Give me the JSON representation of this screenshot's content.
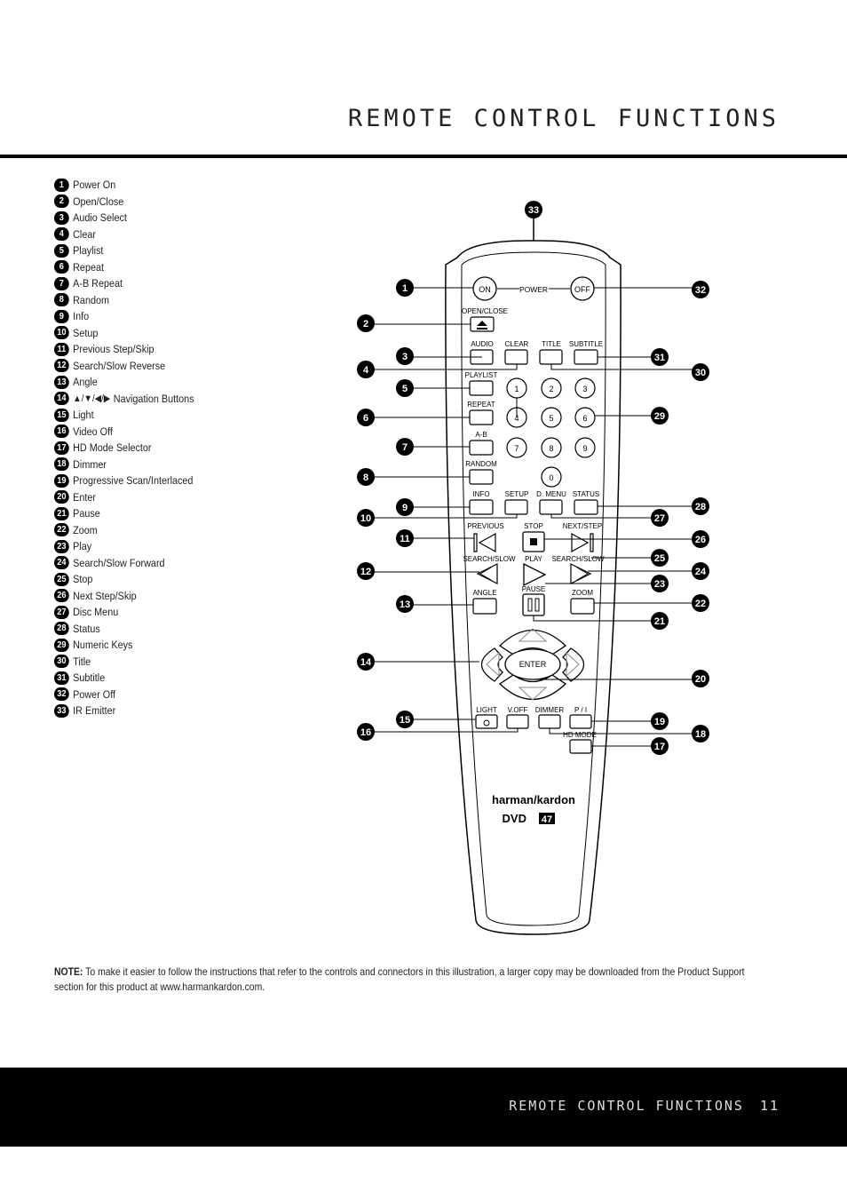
{
  "header": {
    "title": "REMOTE CONTROL FUNCTIONS"
  },
  "legend": [
    {
      "num": "1",
      "label": "Power On"
    },
    {
      "num": "2",
      "label": "Open/Close"
    },
    {
      "num": "3",
      "label": "Audio Select"
    },
    {
      "num": "4",
      "label": "Clear"
    },
    {
      "num": "5",
      "label": "Playlist"
    },
    {
      "num": "6",
      "label": "Repeat"
    },
    {
      "num": "7",
      "label": "A-B Repeat"
    },
    {
      "num": "8",
      "label": "Random"
    },
    {
      "num": "9",
      "label": "Info"
    },
    {
      "num": "10",
      "label": "Setup"
    },
    {
      "num": "11",
      "label": "Previous Step/Skip"
    },
    {
      "num": "12",
      "label": "Search/Slow Reverse"
    },
    {
      "num": "13",
      "label": "Angle"
    },
    {
      "num": "14",
      "arrows": "▲/▼/◀/▶",
      "label": "Navigation Buttons"
    },
    {
      "num": "15",
      "label": "Light"
    },
    {
      "num": "16",
      "label": "Video Off"
    },
    {
      "num": "17",
      "label": "HD Mode Selector"
    },
    {
      "num": "18",
      "label": "Dimmer"
    },
    {
      "num": "19",
      "label": "Progressive Scan/Interlaced"
    },
    {
      "num": "20",
      "label": "Enter"
    },
    {
      "num": "21",
      "label": "Pause"
    },
    {
      "num": "22",
      "label": "Zoom"
    },
    {
      "num": "23",
      "label": "Play"
    },
    {
      "num": "24",
      "label": "Search/Slow Forward"
    },
    {
      "num": "25",
      "label": "Stop"
    },
    {
      "num": "26",
      "label": "Next Step/Skip"
    },
    {
      "num": "27",
      "label": "Disc Menu"
    },
    {
      "num": "28",
      "label": "Status"
    },
    {
      "num": "29",
      "label": "Numeric Keys"
    },
    {
      "num": "30",
      "label": "Title"
    },
    {
      "num": "31",
      "label": "Subtitle"
    },
    {
      "num": "32",
      "label": "Power Off"
    },
    {
      "num": "33",
      "label": "IR Emitter"
    }
  ],
  "remote": {
    "on": "ON",
    "off": "OFF",
    "power": "POWER",
    "open_close": "OPEN/CLOSE",
    "audio": "AUDIO",
    "clear": "CLEAR",
    "title": "TITLE",
    "subtitle": "SUBTITLE",
    "playlist": "PLAYLIST",
    "repeat": "REPEAT",
    "ab": "A-B",
    "random": "RANDOM",
    "keys": [
      "1",
      "2",
      "3",
      "4",
      "5",
      "6",
      "7",
      "8",
      "9",
      "0"
    ],
    "info": "INFO",
    "setup": "SETUP",
    "dmenu": "D. MENU",
    "status": "STATUS",
    "previous": "PREVIOUS",
    "stop": "STOP",
    "next_step": "NEXT/STEP",
    "search_slow_left": "SEARCH/SLOW",
    "play": "PLAY",
    "search_slow_right": "SEARCH/SLOW",
    "angle": "ANGLE",
    "pause": "PAUSE",
    "zoom": "ZOOM",
    "enter": "ENTER",
    "light": "LIGHT",
    "voff": "V.OFF",
    "dimmer": "DIMMER",
    "pi": "P / I",
    "hd_mode": "HD MODE",
    "brand": "harman/kardon",
    "model_prefix": "DVD",
    "model_number": "47"
  },
  "callouts": [
    "1",
    "2",
    "3",
    "4",
    "5",
    "6",
    "7",
    "8",
    "9",
    "10",
    "11",
    "12",
    "13",
    "14",
    "15",
    "16",
    "17",
    "18",
    "19",
    "20",
    "21",
    "22",
    "23",
    "24",
    "25",
    "26",
    "27",
    "28",
    "29",
    "30",
    "31",
    "32",
    "33"
  ],
  "note": {
    "label": "NOTE:",
    "text": "To make it easier to follow the instructions that refer to the controls and connectors in this illustration, a larger copy may be downloaded from the Product Support section for this product at www.harmankardon.com."
  },
  "footer": {
    "title": "REMOTE CONTROL FUNCTIONS",
    "page": "11"
  }
}
